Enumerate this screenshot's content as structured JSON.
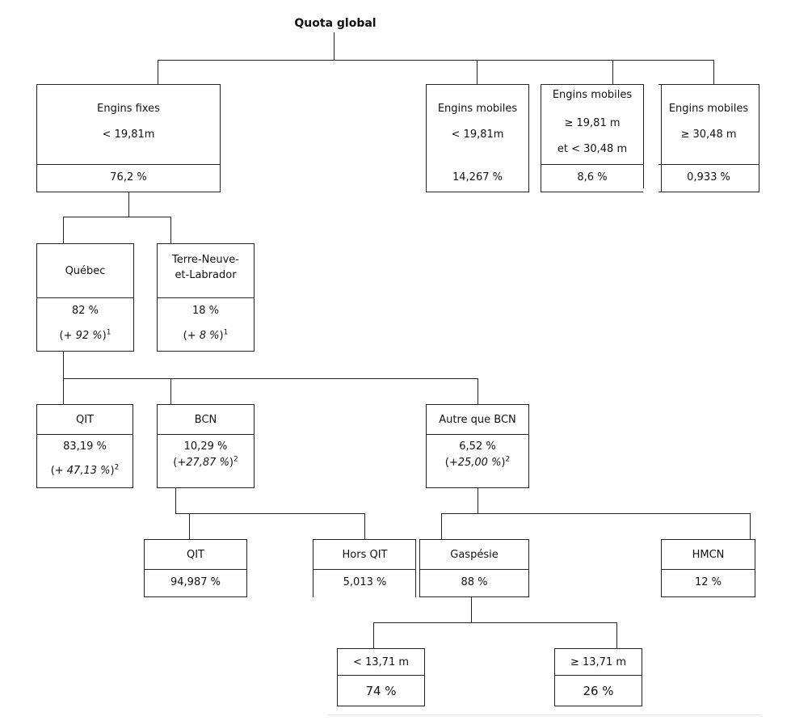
{
  "title": "Quota global",
  "engins_fixes": {
    "line1": "Engins fixes",
    "line2": "< 19,81m",
    "pct": "76,2 %"
  },
  "mobiles_1": {
    "line1": "Engins mobiles",
    "line2": "< 19,81m",
    "pct": "14,267 %"
  },
  "mobiles_2": {
    "line1": "Engins mobiles",
    "line2": "≥ 19,81 m",
    "line3": "et < 30,48 m",
    "pct": "8,6 %"
  },
  "mobiles_3": {
    "line1": "Engins mobiles",
    "line2": "≥ 30,48 m",
    "pct": "0,933 %"
  },
  "quebec": {
    "name": "Québec",
    "pct": "82 %",
    "note_value": "+ 92 %",
    "note_ref": "1"
  },
  "tnl": {
    "name_line1": "Terre-Neuve-",
    "name_line2": "et-Labrador",
    "pct": "18 %",
    "note_value": "+ 8 %",
    "note_ref": "1"
  },
  "qit": {
    "name": "QIT",
    "pct": "83,19 %",
    "note_value": "+ 47,13 %",
    "note_ref": "2"
  },
  "bcn": {
    "name": "BCN",
    "pct": "10,29 %",
    "note_value": "+27,87 %",
    "note_ref": "2"
  },
  "autre_bcn": {
    "name": "Autre que BCN",
    "pct": "6,52 %",
    "note_value": "+25,00 %",
    "note_ref": "2"
  },
  "bcn_qit": {
    "name": "QIT",
    "pct": "94,987 %"
  },
  "hors_qit": {
    "name": "Hors QIT",
    "pct": "5,013 %"
  },
  "gaspesie": {
    "name": "Gaspésie",
    "pct": "88 %"
  },
  "hmcn": {
    "name": "HMCN",
    "pct": "12 %"
  },
  "small": {
    "name": "< 13,71 m",
    "pct": "74 %"
  },
  "large": {
    "name": "≥ 13,71 m",
    "pct": "26 %"
  }
}
